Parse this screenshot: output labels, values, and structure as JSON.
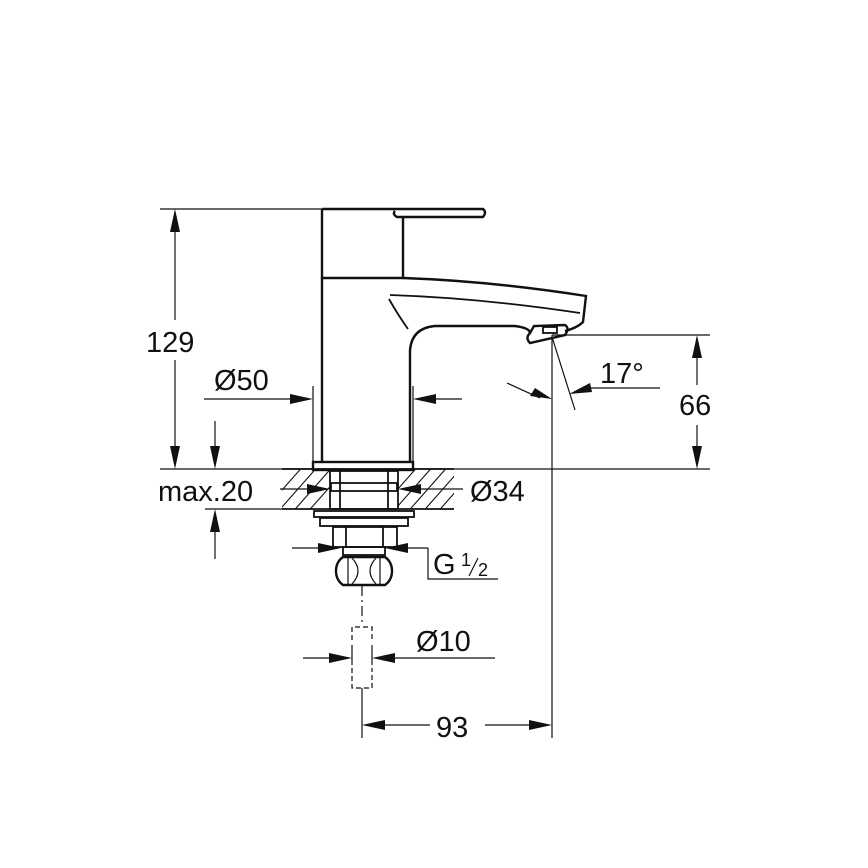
{
  "drawing": {
    "title": "Basin pillar tap technical dimension drawing",
    "line_color": "#111111",
    "background": "#ffffff"
  },
  "dimensions": {
    "height_total": "129",
    "body_diameter": "Ø50",
    "spout_height": "66",
    "spout_angle": "17°",
    "max_deck_thickness": "max.20",
    "hole_diameter": "Ø34",
    "thread_size_letter": "G",
    "thread_size_num": "1",
    "thread_size_den": "2",
    "supply_diameter": "Ø10",
    "spout_projection": "93"
  }
}
